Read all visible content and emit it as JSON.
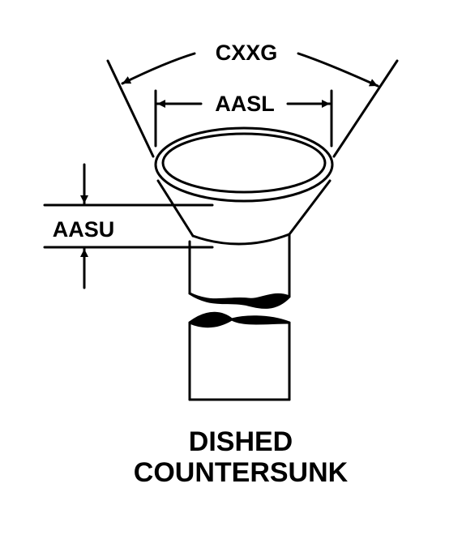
{
  "labels": {
    "angle": "CXXG",
    "diameter": "AASL",
    "depth": "AASU"
  },
  "caption": {
    "line1": "DISHED",
    "line2": "COUNTERSUNK"
  },
  "colors": {
    "ink": "#000000",
    "background": "#ffffff"
  }
}
